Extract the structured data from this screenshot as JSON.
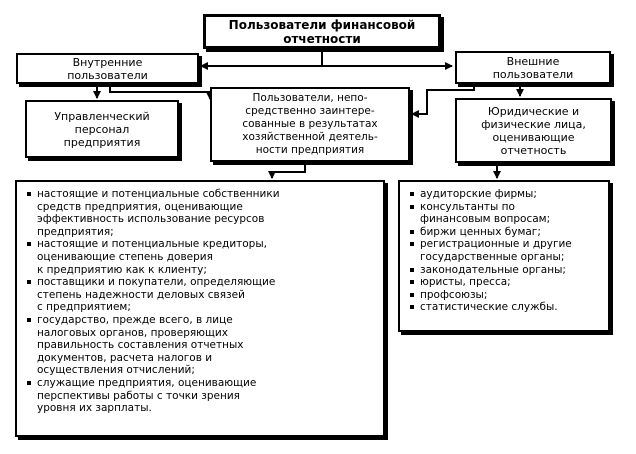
{
  "title": "Пользователи финансовой\nотчетности",
  "internal_users": "Внутренние\nпользователи",
  "external_users": "Внешние\nпользователи",
  "management": "Управленческий\nперсонал\nпредприятия",
  "interested_users": "Пользователи, непо-\nсредственно заинтере-\nсованные в результатах\nхозяйственной деятель-\nности предприятия",
  "legal_entities": "Юридические и\nфизические лица,\nоценивающие\nотчетность",
  "left_list": [
    "настоящие и потенциальные собственники\nсредств предприятия, оценивающие\nэффективность использование ресурсов\nпредприятия;",
    "настоящие и потенциальные кредиторы,\nоценивающие степень доверия\nк предприятию как к клиенту;",
    "поставщики и покупатели, определяющие\nстепень надежности деловых связей\nс предприятием;",
    "государство, прежде всего, в лице\nналоговых органов, проверяющих\nправильность составления отчетных\nдокументов, расчета налогов и\nосуществления отчислений;",
    "служащие предприятия, оценивающие\nперспективы работы с точки зрения\nуровня их зарплаты."
  ],
  "right_list": [
    "аудиторские фирмы;",
    "консультанты по\nфинансовым вопросам;",
    "биржи ценных бумаг;",
    "регистрационные и другие\nгосударственные органы;",
    "законодательные органы;",
    "юристы, пресса;",
    "профсоюзы;",
    "статистические службы."
  ]
}
